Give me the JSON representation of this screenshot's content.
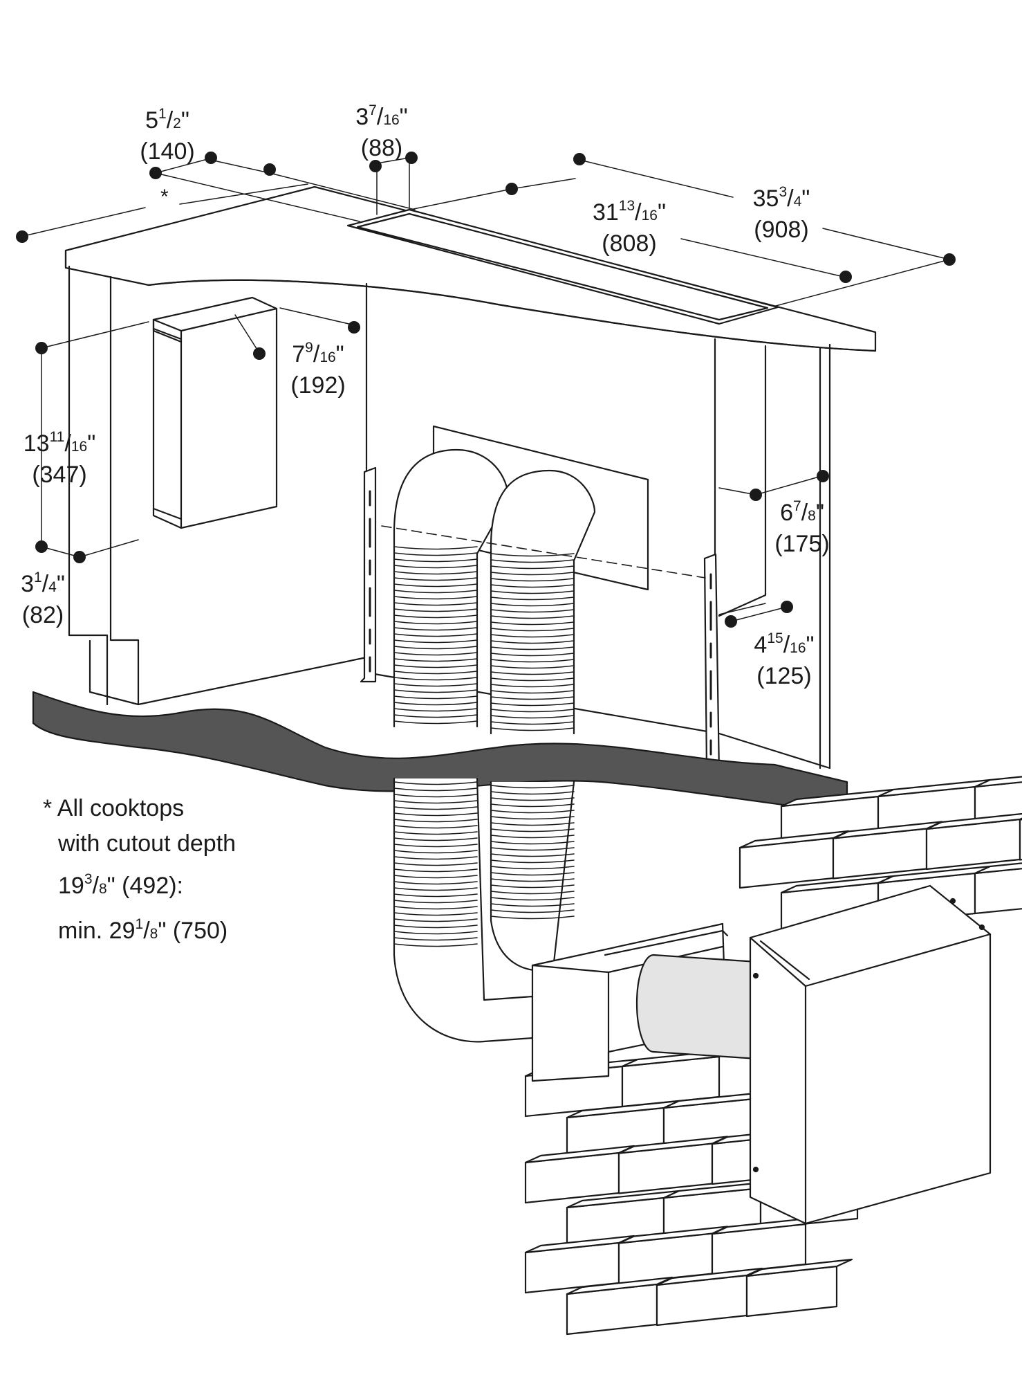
{
  "dimensions": {
    "d140": {
      "whole": "5",
      "num": "1",
      "den": "2",
      "metric": "(140)"
    },
    "d88": {
      "whole": "3",
      "num": "7",
      "den": "16",
      "metric": "(88)"
    },
    "d808": {
      "whole": "31",
      "num": "13",
      "den": "16",
      "metric": "(808)"
    },
    "d908": {
      "whole": "35",
      "num": "3",
      "den": "4",
      "metric": "(908)"
    },
    "d192": {
      "whole": "7",
      "num": "9",
      "den": "16",
      "metric": "(192)"
    },
    "d347": {
      "whole": "13",
      "num": "11",
      "den": "16",
      "metric": "(347)"
    },
    "d175": {
      "whole": "6",
      "num": "7",
      "den": "8",
      "metric": "(175)"
    },
    "d82": {
      "whole": "3",
      "num": "1",
      "den": "4",
      "metric": "(82)"
    },
    "d125": {
      "whole": "4",
      "num": "15",
      "den": "16",
      "metric": "(125)"
    }
  },
  "asterisk": "*",
  "inch_mark": "\"",
  "footnote": {
    "line1": "* All cooktops",
    "line2": "with cutout depth",
    "line3_whole": "19",
    "line3_num": "3",
    "line3_den": "8",
    "line3_rest": "\" (492):",
    "line4_prefix": "min. 29",
    "line4_num": "1",
    "line4_den": "8",
    "line4_rest": "\" (750)"
  },
  "colors": {
    "ink": "#1a1a1a",
    "cut_band": "#555555",
    "pipe": "#e4e4e4",
    "paper": "#ffffff"
  }
}
